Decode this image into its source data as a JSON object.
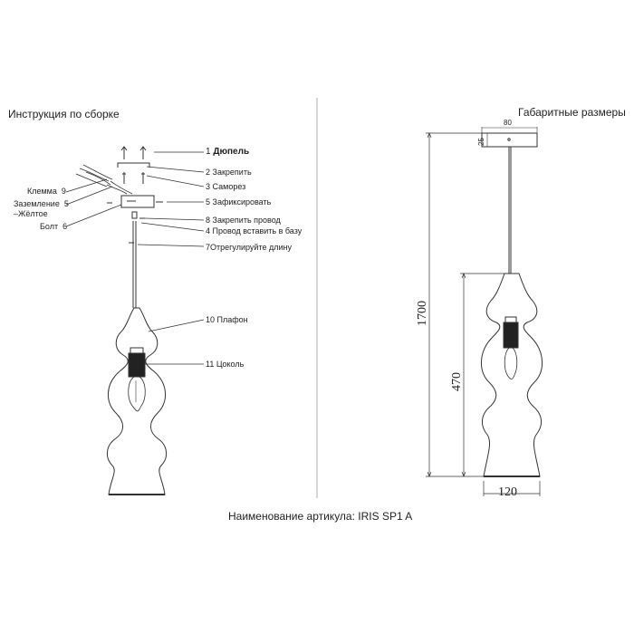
{
  "left": {
    "title": "Инструкция по сборке",
    "callouts": [
      {
        "num": "1",
        "text": "Дюпель"
      },
      {
        "num": "2",
        "text": "Закрепить"
      },
      {
        "num": "3",
        "text": "Саморез"
      },
      {
        "num": "5",
        "text": "Зафиксировать"
      },
      {
        "num": "8",
        "text": "Закрепить провод"
      },
      {
        "num": "4",
        "text": "Провод вставить в базу"
      },
      {
        "num": "7",
        "text": "Отрегулируйте длину"
      },
      {
        "num": "10",
        "text": "Плафон"
      },
      {
        "num": "11",
        "text": "Цоколь"
      }
    ],
    "left_labels": {
      "clamp": "Клемма",
      "clamp_num": "9",
      "ground": "Заземление",
      "ground_sub": "–Жёлтое",
      "ground_num": "5",
      "bolt": "Болт",
      "bolt_num": "6"
    }
  },
  "right": {
    "title": "Габаритные размеры",
    "dims": {
      "base_width": "80",
      "base_height": "25",
      "total_height": "1700",
      "shade_height": "470",
      "shade_width": "120"
    }
  },
  "footer": {
    "article_label": "Наименование артикула: IRIS SP1 A"
  }
}
